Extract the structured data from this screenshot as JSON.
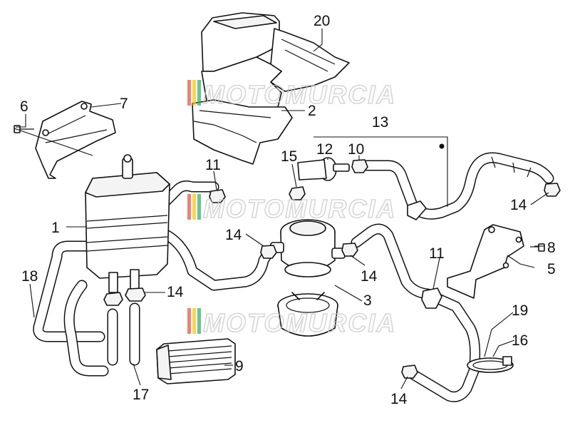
{
  "diagram": {
    "title": "",
    "callouts": [
      "1",
      "2",
      "3",
      "5",
      "6",
      "7",
      "8",
      "9",
      "10",
      "11",
      "12",
      "13",
      "14",
      "15",
      "16",
      "17",
      "18",
      "19",
      "20"
    ],
    "watermark": {
      "text": "MOTOMURCIA",
      "stripe_colors": [
        "#e74c3c",
        "#f1c40f",
        "#27ae60"
      ]
    },
    "labels": {
      "c20": "20",
      "c2": "2",
      "c7": "7",
      "c6": "6",
      "c13": "13",
      "c11a": "11",
      "c15": "15",
      "c12": "12",
      "c10": "10",
      "c14a": "14",
      "c1": "1",
      "c14b": "14",
      "c8": "8",
      "c5": "5",
      "c11b": "11",
      "c14c": "14",
      "c18": "18",
      "c14d": "14",
      "c3": "3",
      "c19": "19",
      "c16": "16",
      "c9": "9",
      "c17": "17",
      "c14e": "14"
    }
  }
}
